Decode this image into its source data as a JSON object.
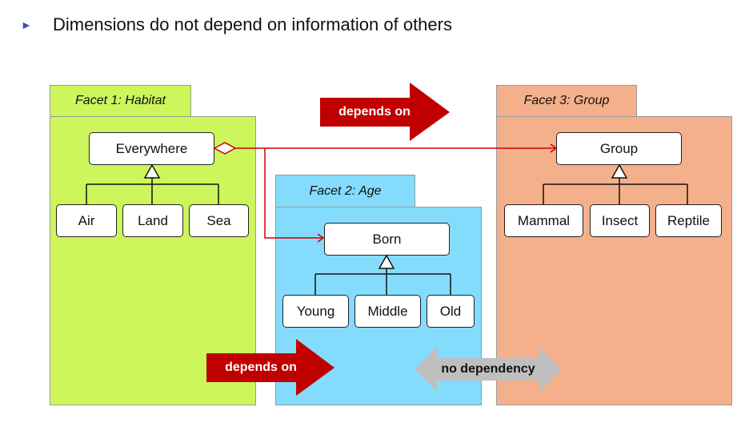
{
  "heading": {
    "bullet_icon": "triangle-bullet-icon",
    "text": "Dimensions do not depend on information of others"
  },
  "colors": {
    "habitat": "#cdf55c",
    "age": "#84dcfc",
    "group": "#f4b08a",
    "depends_arrow": "#c00000",
    "no_dependency_arrow": "#bfbfbf",
    "connector": "#cc0000"
  },
  "facets": {
    "habitat": {
      "title": "Facet 1: Habitat",
      "root": "Everywhere",
      "children": [
        "Air",
        "Land",
        "Sea"
      ]
    },
    "age": {
      "title": "Facet 2: Age",
      "root": "Born",
      "children": [
        "Young",
        "Middle",
        "Old"
      ]
    },
    "group": {
      "title": "Facet 3: Group",
      "root": "Group",
      "children": [
        "Mammal",
        "Insect",
        "Reptile"
      ]
    }
  },
  "arrows": {
    "depends_top": "depends on",
    "depends_bottom": "depends on",
    "no_dependency": "no dependency"
  }
}
